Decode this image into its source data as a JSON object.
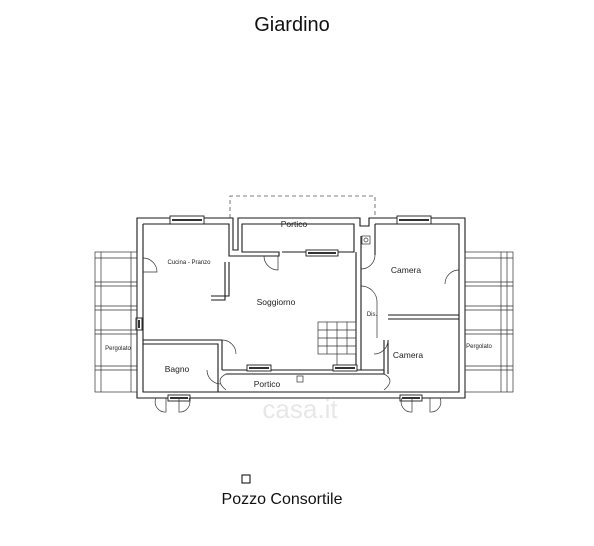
{
  "labels": {
    "top_title": "Giardino",
    "bottom_title": "Pozzo Consortile",
    "portico_top": "Portico",
    "portico_bottom": "Portico",
    "cucina": "Cucina - Pranzo",
    "soggiorno": "Soggiorno",
    "bagno": "Bagno",
    "camera_top": "Camera",
    "camera_bottom": "Camera",
    "dis": "Dis.",
    "pergolato_left": "Pergolato",
    "pergolato_right": "Pergolato",
    "watermark": "casa.it"
  },
  "colors": {
    "line": "#1a1a1a",
    "background": "#ffffff",
    "watermark": "#e7e7e7"
  }
}
